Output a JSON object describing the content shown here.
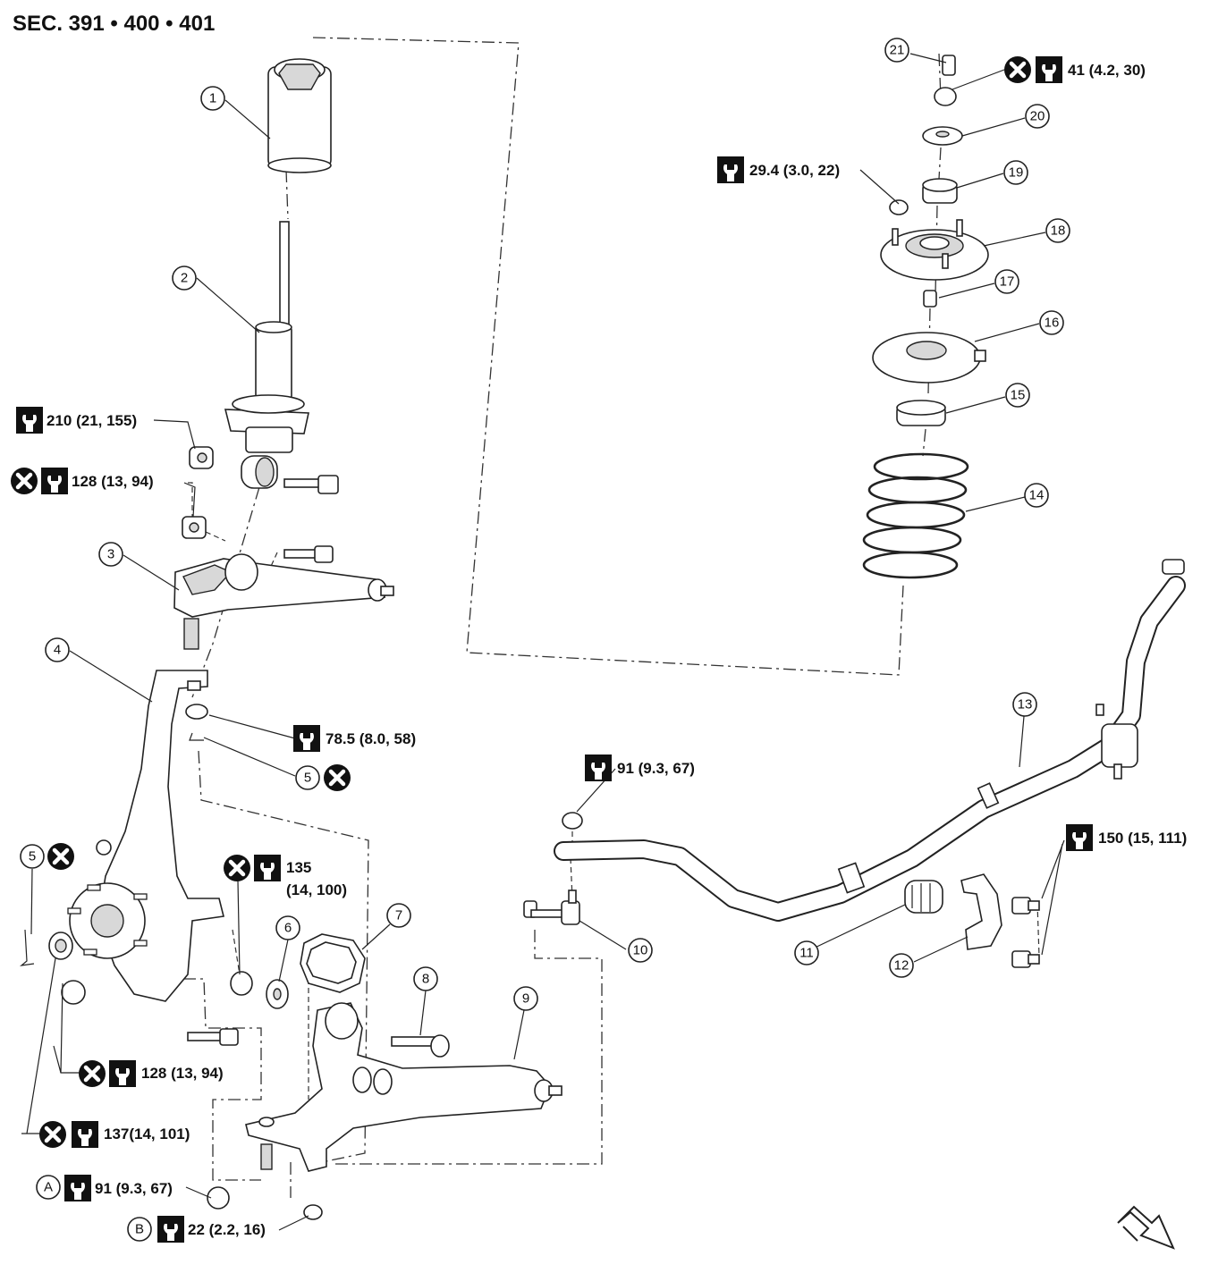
{
  "title": "SEC. 391 • 400 • 401",
  "icons": {
    "torque": "torque-wrench-icon",
    "replace": "do-not-reuse-x-icon",
    "arrow": "front-direction-arrow-icon"
  },
  "callouts": {
    "c1": "1",
    "c2": "2",
    "c3": "3",
    "c4": "4",
    "c5a": "5",
    "c5b": "5",
    "c6": "6",
    "c7": "7",
    "c8": "8",
    "c9": "9",
    "c10": "10",
    "c11": "11",
    "c12": "12",
    "c13": "13",
    "c14": "14",
    "c15": "15",
    "c16": "16",
    "c17": "17",
    "c18": "18",
    "c19": "19",
    "c20": "20",
    "c21": "21",
    "cA": "A",
    "cB": "B"
  },
  "torque_labels": {
    "t41": "41 (4.2, 30)",
    "t29": "29.4 (3.0, 22)",
    "t210": "210 (21, 155)",
    "t128a": "128 (13, 94)",
    "t785": "78.5 (8.0, 58)",
    "t91a": "91 (9.3, 67)",
    "t150": "150 (15, 111)",
    "t135a": "135",
    "t135b": "(14, 100)",
    "t128b": "128 (13, 94)",
    "t137": "137(14, 101)",
    "t91b": "91 (9.3, 67)",
    "t22": "22 (2.2, 16)"
  }
}
